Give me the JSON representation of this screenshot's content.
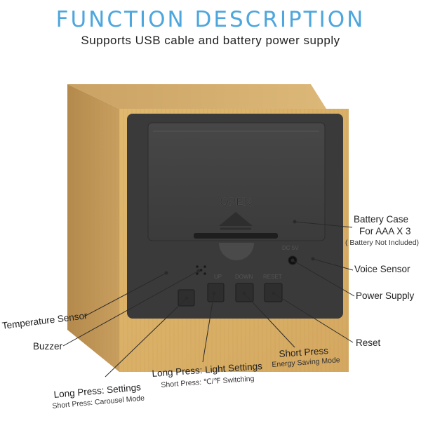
{
  "header": {
    "title": "FUNCTION DESCRIPTION",
    "subtitle": "Supports USB cable and battery power supply"
  },
  "device": {
    "battery_door_text": "OPEN",
    "button_labels": [
      "UP",
      "DOWN",
      "RESET"
    ],
    "dc_label": "DC 5V"
  },
  "callouts": {
    "battery_case": {
      "line1": "Battery Case",
      "line2": "For AAA X 3",
      "note": "( Battery Not Included)"
    },
    "voice_sensor": "Voice Sensor",
    "power_supply": "Power Supply",
    "reset": "Reset",
    "temperature_sensor": "Temperature Sensor",
    "buzzer": "Buzzer",
    "short_press": {
      "line1": "Short Press",
      "line2": "Energy Saving Mode"
    },
    "light_settings": {
      "line1": "Long Press: Light Settings",
      "line2": "Short Press: ℃/℉ Switching"
    },
    "settings": {
      "line1": "Long Press: Settings",
      "line2": "Short Press: Carousel Mode"
    }
  },
  "colors": {
    "title": "#4da6dd",
    "wood": "#d9b06a",
    "panel": "#3a3a3a"
  }
}
